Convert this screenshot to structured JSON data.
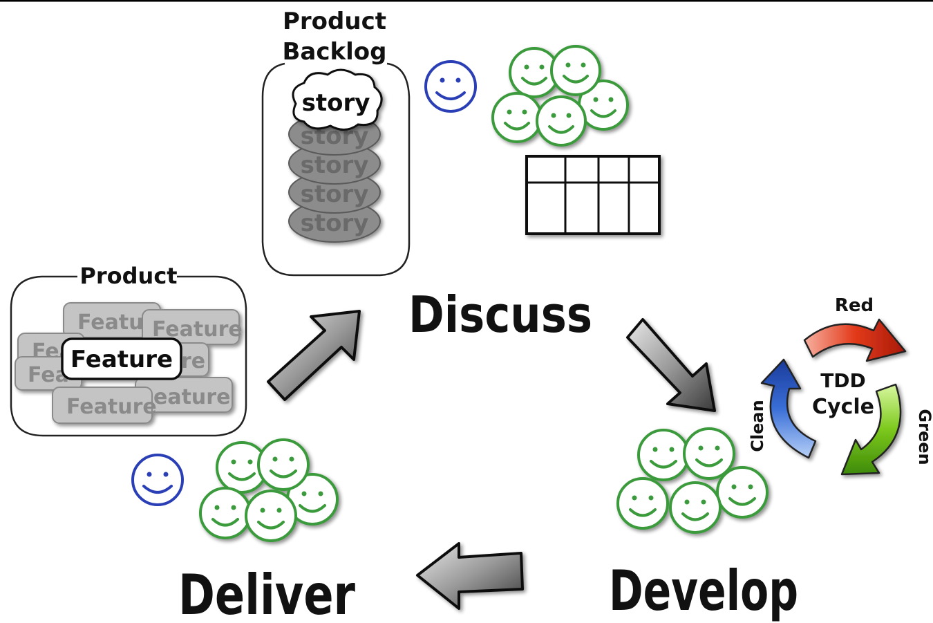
{
  "labels": {
    "product_backlog_line1": "Product",
    "product_backlog_line2": "Backlog",
    "story_top": "story",
    "story_stack": "story",
    "product": "Product",
    "feature_front": "Feature",
    "feature_back": "Feature",
    "feature_partial_1": "Featur",
    "feature_partial_2": "Fea",
    "feature_partial_3": "re",
    "feature_partial_4": "eature",
    "discuss": "Discuss",
    "develop": "Develop",
    "deliver": "Deliver",
    "tdd_center_line1": "TDD",
    "tdd_center_line2": "Cycle",
    "tdd_red": "Red",
    "tdd_green": "Green",
    "tdd_clean": "Clean"
  },
  "colors": {
    "team_face": "#3a9a3a",
    "customer_face": "#2a3fb5",
    "arrow_red": "#e23a1a",
    "arrow_green": "#6cc21c",
    "arrow_blue": "#3a6fd8",
    "cloud_gray": "#8c8c8c",
    "feature_gray": "#c4c4c4"
  }
}
